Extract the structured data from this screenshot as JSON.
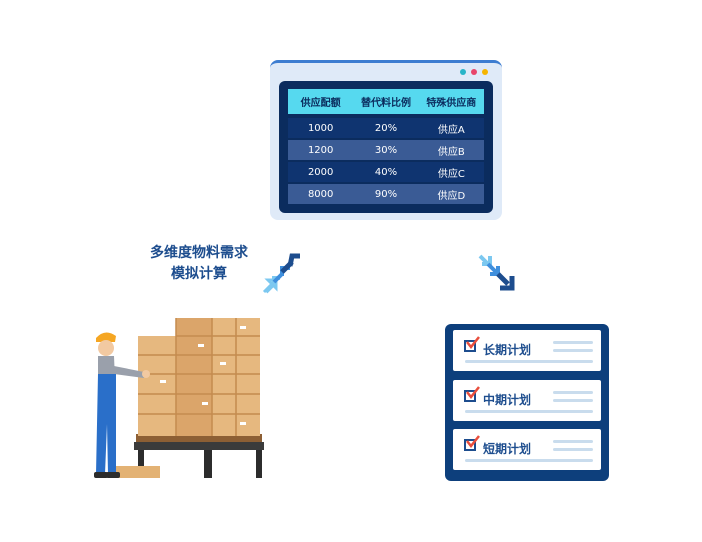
{
  "table": {
    "headers": [
      "供应配额",
      "替代料比例",
      "特殊供应商"
    ],
    "rows": [
      [
        "1000",
        "20%",
        "供应A"
      ],
      [
        "1200",
        "30%",
        "供应B"
      ],
      [
        "2000",
        "40%",
        "供应C"
      ],
      [
        "8000",
        "90%",
        "供应D"
      ]
    ]
  },
  "caption": {
    "line1": "多维度物料需求",
    "line2": "模拟计算"
  },
  "plans": [
    {
      "label": "长期计划"
    },
    {
      "label": "中期计划"
    },
    {
      "label": "短期计划"
    }
  ],
  "colors": {
    "navy": "#0d3f7c",
    "cyan": "#56d9ef",
    "accent_blue": "#1d4d8e",
    "check_red": "#e94e3c",
    "window_dots": [
      "#27b4c8",
      "#e8456a",
      "#f5b400"
    ]
  },
  "icons": [
    "window-dots-icon",
    "up-arrows-icon",
    "down-arrows-icon",
    "checkbox-icon",
    "worker-icon",
    "box-stack-icon"
  ]
}
